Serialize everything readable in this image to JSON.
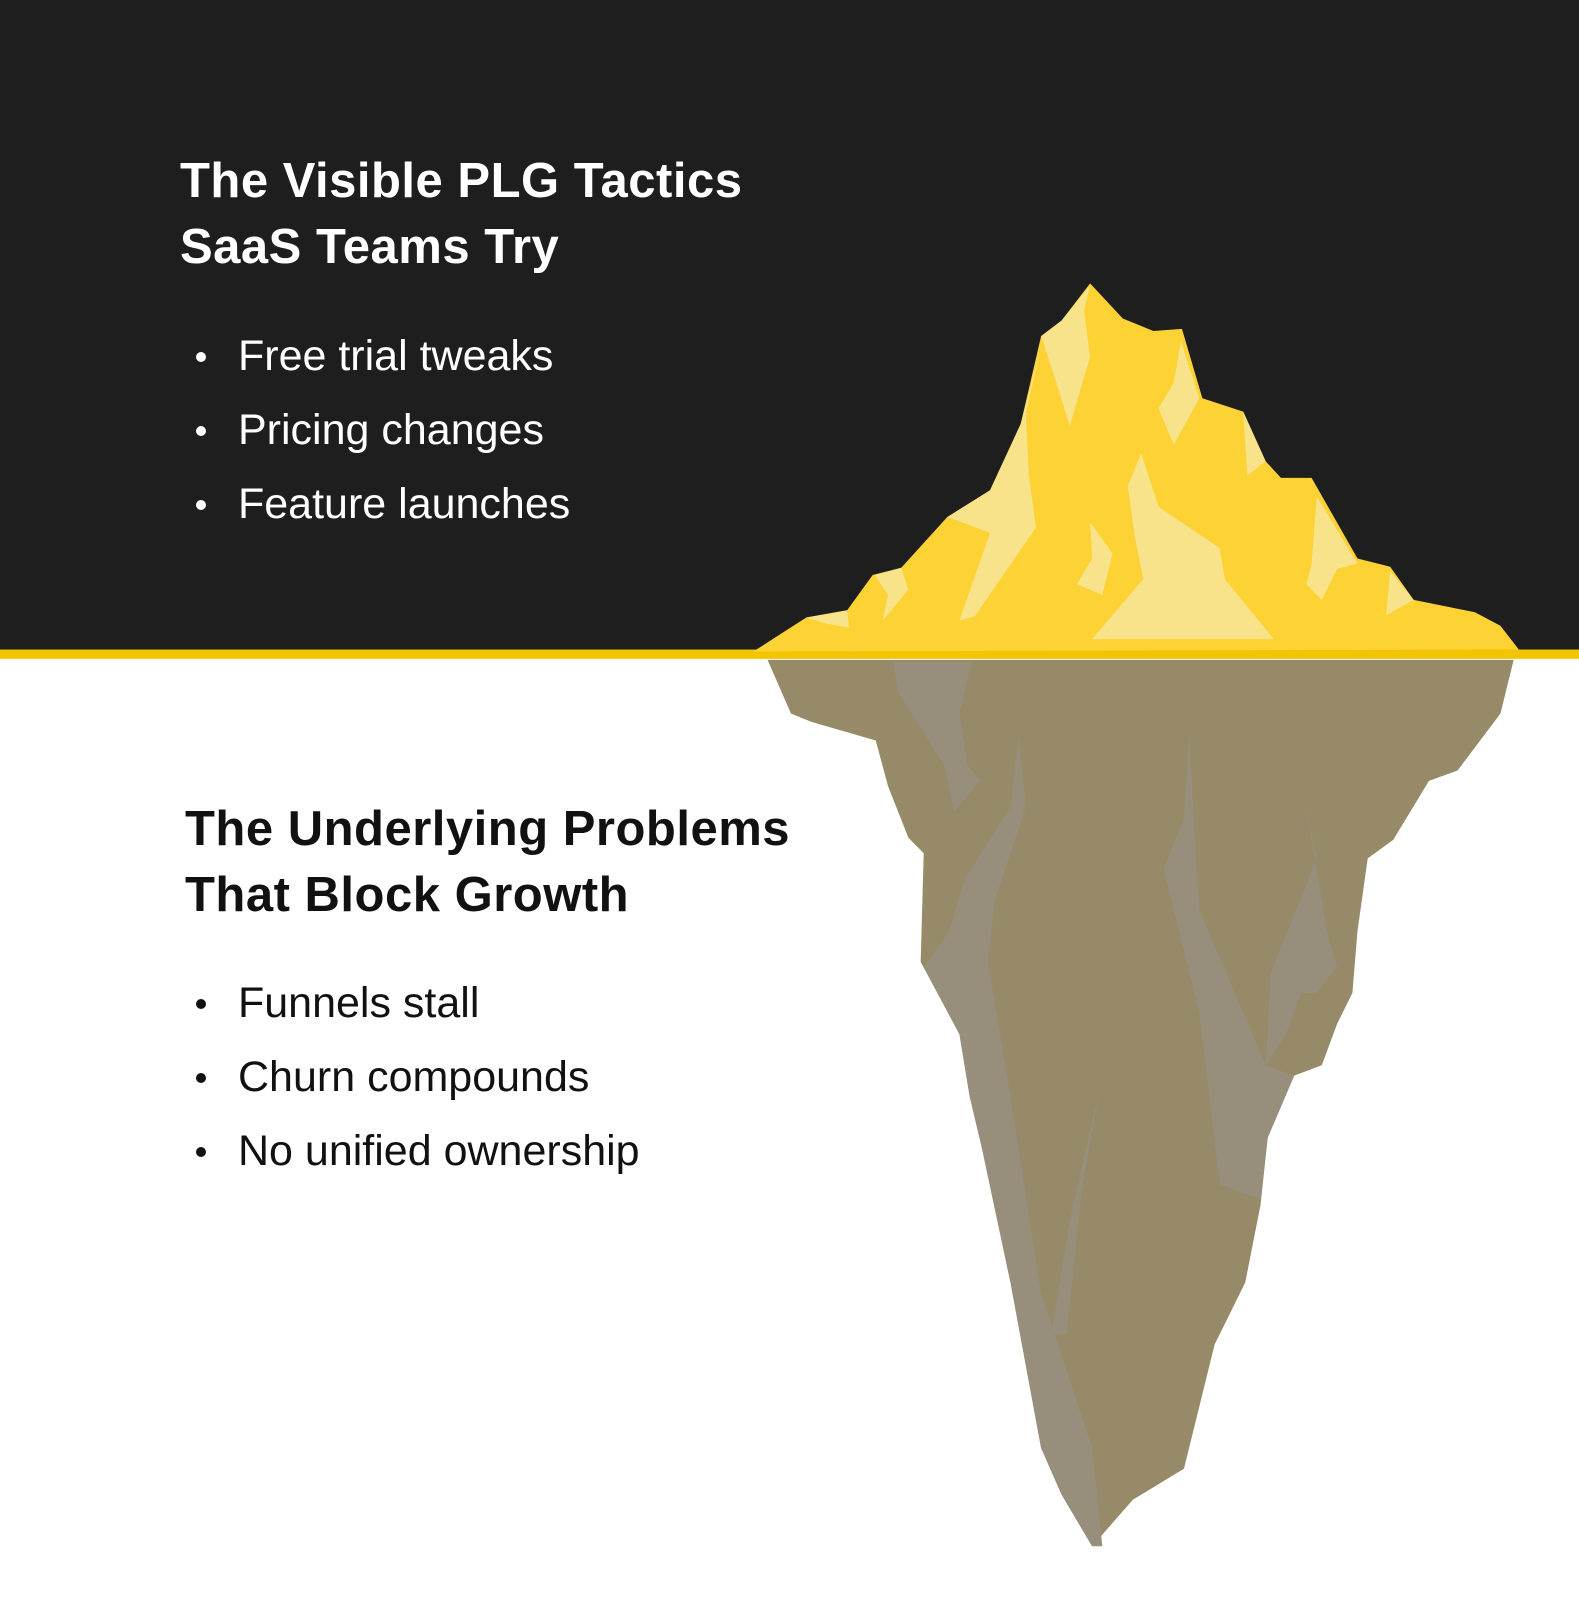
{
  "top": {
    "title_line1": "The Visible PLG Tactics",
    "title_line2": "SaaS Teams Try",
    "bullets": [
      "Free trial tweaks",
      "Pricing changes",
      "Feature launches"
    ]
  },
  "bottom": {
    "title_line1": "The Underlying Problems",
    "title_line2": "That Block Growth",
    "bullets": [
      "Funnels stall",
      "Churn compounds",
      "No unified ownership"
    ]
  },
  "colors": {
    "dark_bg": "#1e1e1e",
    "waterline": "#f2c500",
    "ice_top": "#fdd235",
    "ice_top_light": "#f8e38a",
    "ice_bottom": "#978a68",
    "ice_bottom_light": "#978e7c"
  }
}
